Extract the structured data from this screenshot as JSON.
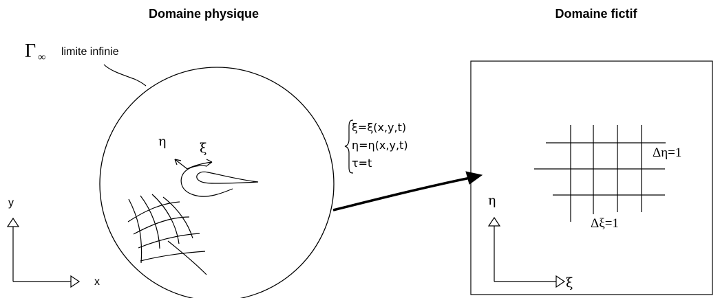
{
  "physical_domain": {
    "title": "Domaine physique",
    "boundary_symbol": "Γ",
    "boundary_subscript": "∞",
    "boundary_label": "limite infinie",
    "axis_y": "y",
    "axis_x": "x",
    "curvilinear_eta": "η",
    "curvilinear_xi": "ξ"
  },
  "transformation": {
    "eq1": "ξ=ξ(x,y,t)",
    "eq2": "η=η(x,y,t)",
    "eq3": "τ=t"
  },
  "computational_domain": {
    "title": "Domaine fictif",
    "delta_eta": "Δη=1",
    "delta_xi": "Δξ=1",
    "axis_eta": "η",
    "axis_xi": "ξ"
  }
}
